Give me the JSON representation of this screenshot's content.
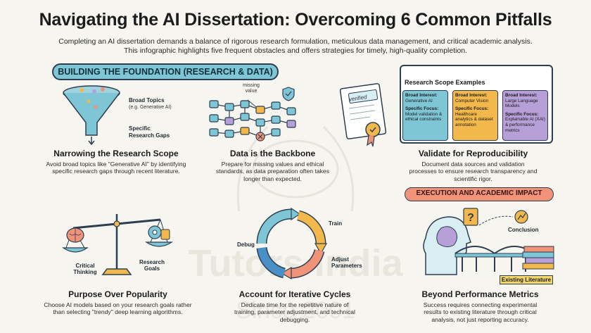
{
  "header": {
    "title": "Navigating the AI Dissertation: Overcoming 6 Common Pitfalls",
    "subtitle_line1": "Completing an AI dissertation demands a balance of rigorous research formulation, meticulous data management, and critical academic analysis.",
    "subtitle_line2": "This infographic highlights five frequent obstacles and offers strategies for timely, high-quality completion."
  },
  "banners": {
    "foundation": "BUILDING THE FOUNDATION (RESEARCH & DATA)",
    "execution": "EXECUTION AND ACADEMIC IMPACT"
  },
  "funnel": {
    "broad_topics": "Broad Topics",
    "broad_example": "(e.g. Generative AI)",
    "specific_line1": "Specific",
    "specific_line2": "Research Gaps"
  },
  "data_ill": {
    "missing_line1": "missing",
    "missing_line2": "value"
  },
  "certificate": {
    "stamp": "verified"
  },
  "scope": {
    "title": "Research Scope Examples",
    "columns": [
      {
        "broad_label": "Broad Interest:",
        "broad": "Generative AI",
        "focus_label": "Specific Focus:",
        "focus": "Model validation & ethical constraints",
        "color": "#7ec6d6"
      },
      {
        "broad_label": "Broad Interest:",
        "broad": "Computer Vision",
        "focus_label": "Specific Focus:",
        "focus": "Healthcare analytics & dataset annotation",
        "color": "#f2b84b"
      },
      {
        "broad_label": "Broad Interest:",
        "broad": "Large Language Models",
        "focus_label": "Specific Focus:",
        "focus": "Explainable AI (XAI) & performance metrics",
        "color": "#b79fd8"
      }
    ]
  },
  "cards": {
    "scope": {
      "title": "Narrowing the Research Scope",
      "body": "Avoid broad topics like \"Generative AI\" by identifying specific research gaps through recent literature."
    },
    "data": {
      "title": "Data is the Backbone",
      "body": "Prepare for missing values and ethical standards, as data preparation often takes longer than expected."
    },
    "validate": {
      "title": "Validate for Reproducibility",
      "body": "Document data sources and validation processes to ensure research transparency and scientific rigor."
    },
    "purpose": {
      "title": "Purpose Over Popularity",
      "body": "Choose AI models based on your research goals rather than selecting \"trendy\" deep learning algorithms."
    },
    "iterative": {
      "title": "Account for Iterative Cycles",
      "body": "Dedicate time for the repetitive nature of training, parameter adjustment, and technical debugging."
    },
    "beyond": {
      "title": "Beyond Performance Metrics",
      "body": "Success requires connecting experimental results to existing literature through critical analysis, not just reporting accuracy."
    }
  },
  "scale": {
    "left_line1": "Critical",
    "left_line2": "Thinking",
    "right_line1": "Research",
    "right_line2": "Goals"
  },
  "cycle": {
    "train": "Train",
    "adjust_line1": "Adjust",
    "adjust_line2": "Parameters",
    "debug": "Debug"
  },
  "impact": {
    "conclusion": "Conclusion",
    "existing": "Existing Literature"
  },
  "watermark": {
    "brand": "Tutors India",
    "since": "Since 2001"
  },
  "colors": {
    "teal": "#7ec6d6",
    "orange": "#f2b84b",
    "purple": "#b79fd8",
    "coral": "#f19379",
    "outline": "#2c3e50",
    "background": "#f7f5ef"
  }
}
